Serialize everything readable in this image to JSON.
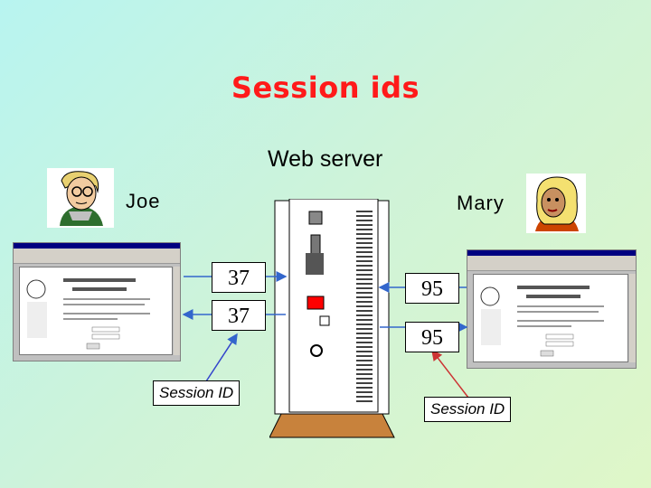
{
  "title": "Session ids",
  "server_label": "Web server",
  "users": {
    "joe": {
      "name": "Joe",
      "session_id": "37",
      "session_id_repeat": "37",
      "session_label": "Session ID"
    },
    "mary": {
      "name": "Mary",
      "session_id": "95",
      "session_id_repeat": "95",
      "session_label": "Session ID"
    }
  },
  "colors": {
    "title": "#ff1a1a",
    "arrow": "#3366cc",
    "pointer_joe": "#3344cc",
    "pointer_mary": "#cc3333",
    "server_body": "#ffffff",
    "server_base": "#c8823c"
  },
  "icons": [
    "joe-avatar-icon",
    "mary-avatar-icon",
    "browser-window-icon",
    "web-server-tower-icon"
  ]
}
